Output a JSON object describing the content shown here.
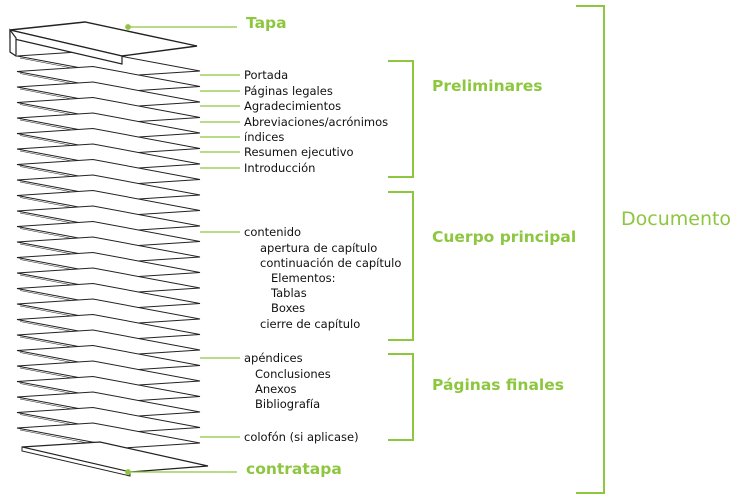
{
  "colors": {
    "accent": "#8dc63f",
    "sheet_stroke": "#222222",
    "text": "#111111"
  },
  "labels": {
    "tapa": "Tapa",
    "contratapa": "contratapa",
    "documento": "Documento"
  },
  "sections": {
    "preliminares": "Preliminares",
    "cuerpo": "Cuerpo principal",
    "finales": "Páginas finales"
  },
  "items": {
    "portada": "Portada",
    "paginas_legales": "Páginas legales",
    "agradecimientos": "Agradecimientos",
    "abreviaciones": "Abreviaciones/acrónimos",
    "indices": "índices",
    "resumen": "Resumen ejecutivo",
    "introduccion": "Introducción",
    "contenido": "contenido",
    "apertura": "apertura de capítulo",
    "continuacion": "continuación de capítulo",
    "elementos": "Elementos:",
    "tablas": "Tablas",
    "boxes": "Boxes",
    "cierre": "cierre de capítulo",
    "apendices": "apéndices",
    "conclusiones": "Conclusiones",
    "anexos": "Anexos",
    "bibliografia": "Bibliografía",
    "colofon": "colofón (si aplicase)"
  }
}
